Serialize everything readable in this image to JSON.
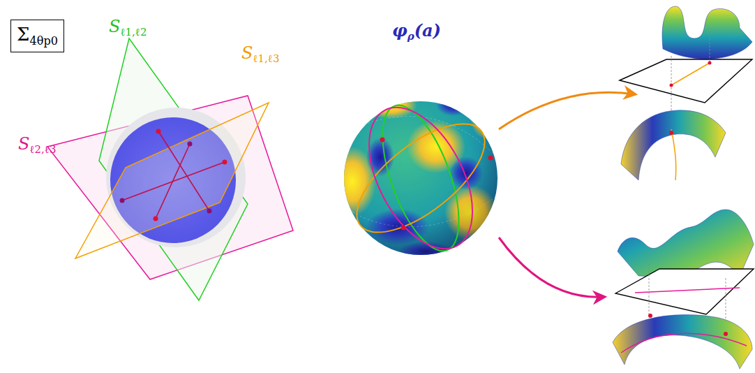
{
  "diagram": {
    "nodes": [
      {
        "text": [
          "Σ4θp0"
        ]
      }
    ],
    "labels": [
      "Sℓ1,ℓ2",
      "Sℓ1,ℓ3",
      "Sℓ2,ℓ3",
      "φρ(a)"
    ]
  }
}
